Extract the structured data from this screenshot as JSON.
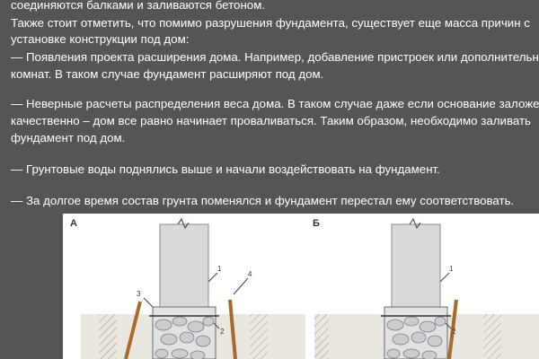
{
  "paragraphs": [
    "соединяются балками и заливаются бетоном.",
    "Также стоит отметить, что помимо разрушения фундамента, существует еще масса причин с",
    "установке конструкции под дом:",
    "—  Появления проекта расширения дома. Например, добавление пристроек или дополнительных",
    "комнат. В таком случае фундамент расширяют под дом.",
    "—  Неверные расчеты распределения веса дома. В таком случае даже если основание заложено",
    "качественно – дом все равно начинает проваливаться. Таким образом, необходимо заливать",
    "фундамент под дом.",
    "—  Грунтовые воды поднялись выше и начали воздействовать на фундамент.",
    "—  За долгое время состав грунта поменялся и фундамент перестал ему соответствовать."
  ],
  "figure": {
    "panel_a": {
      "label": "А",
      "callouts": [
        "1",
        "2",
        "3",
        "4"
      ]
    },
    "panel_b": {
      "label": "Б",
      "callouts": [
        "1",
        "2"
      ]
    }
  },
  "colors": {
    "background": "#555555",
    "text": "#ffffff",
    "wall": "#d9d9d9",
    "soil": "#e9e6df",
    "stone": "#c9cdd2",
    "brace": "#a86a2a"
  }
}
